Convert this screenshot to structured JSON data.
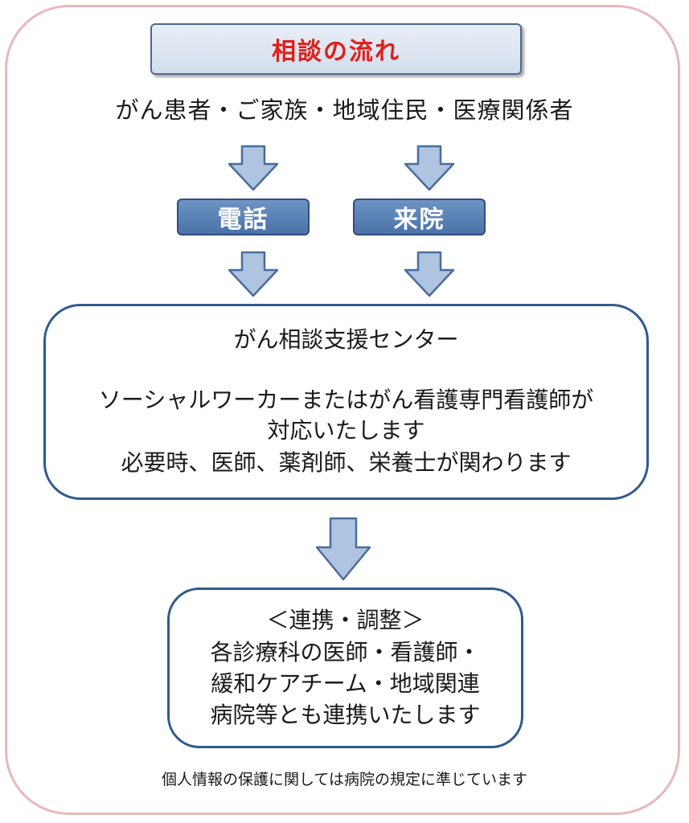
{
  "title": "相談の流れ",
  "audience": "がん患者・ご家族・地域住民・医療関係者",
  "channels": {
    "phone": "電話",
    "visit": "来院"
  },
  "center": {
    "title": "がん相談支援センター",
    "lines": [
      "ソーシャルワーカーまたはがん看護専門看護師が",
      "対応いたします",
      "必要時、医師、薬剤師、栄養士が関わります"
    ]
  },
  "coordination": {
    "heading": "＜連携・調整＞",
    "lines": [
      "各診療科の医師・看護師・",
      "緩和ケアチーム・地域関連",
      "病院等とも連携いたします"
    ]
  },
  "privacy_note": "個人情報の保護に関しては病院の規定に準じています",
  "colors": {
    "title_text": "#e0201a",
    "arrow_fill": "#aec4e1",
    "arrow_stroke": "#4a6c9c",
    "box_border": "#2f5a8e",
    "frame_border": "#e8b8b8"
  }
}
